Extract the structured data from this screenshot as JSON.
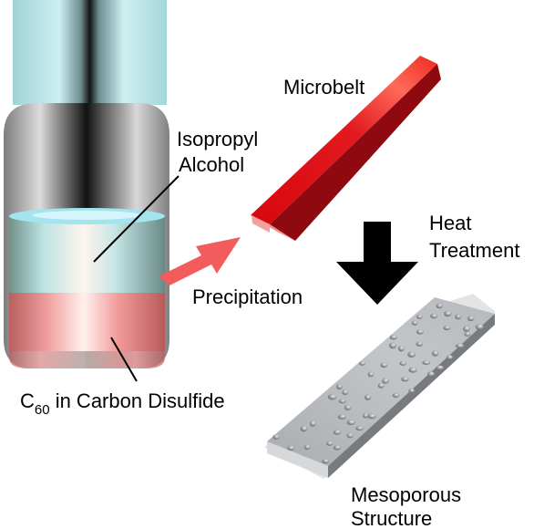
{
  "labels": {
    "isopropyl_line1": "Isopropyl",
    "isopropyl_line2": "Alcohol",
    "c60_prefix": "C",
    "c60_subscript": "60",
    "c60_suffix": " in Carbon Disulfide",
    "microbelt": "Microbelt",
    "precipitation": "Precipitation",
    "heat_line1": "Heat",
    "heat_line2": "Treatment",
    "mesoporous_line1": "Mesoporous",
    "mesoporous_line2": "Structure"
  },
  "colors": {
    "microbelt_red": "#e0101a",
    "arrow_red": "#f25c5c",
    "arrow_black": "#000000",
    "alcohol_layer": "#c8e6e6",
    "disulfide_layer": "#f08a8a",
    "cap_color": "#a9dcdf",
    "mesoporous_gray": "#b9bcc0"
  }
}
